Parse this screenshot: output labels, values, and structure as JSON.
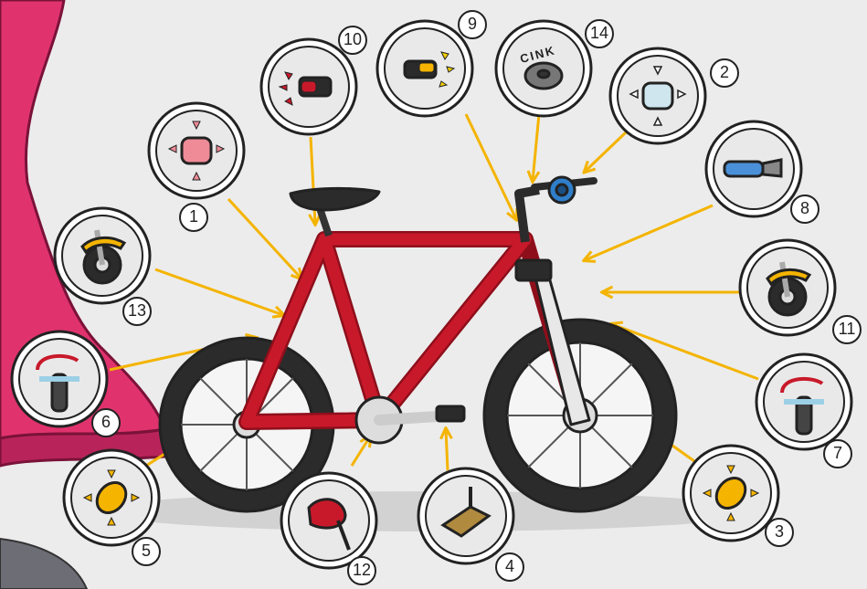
{
  "bell_text": "CINK",
  "parts": [
    {
      "id": "1",
      "number": "1",
      "icon": "rear-reflector-icon"
    },
    {
      "id": "2",
      "number": "2",
      "icon": "front-reflector-icon"
    },
    {
      "id": "3",
      "number": "3",
      "icon": "wheel-reflector-icon"
    },
    {
      "id": "4",
      "number": "4",
      "icon": "pedal-reflector-icon"
    },
    {
      "id": "5",
      "number": "5",
      "icon": "wheel-reflector-icon"
    },
    {
      "id": "6",
      "number": "6",
      "icon": "rear-brake-icon"
    },
    {
      "id": "7",
      "number": "7",
      "icon": "front-brake-icon"
    },
    {
      "id": "8",
      "number": "8",
      "icon": "handlebar-grip-icon"
    },
    {
      "id": "9",
      "number": "9",
      "icon": "front-light-icon"
    },
    {
      "id": "10",
      "number": "10",
      "icon": "rear-light-icon"
    },
    {
      "id": "11",
      "number": "11",
      "icon": "front-mudguard-icon"
    },
    {
      "id": "12",
      "number": "12",
      "icon": "kickstand-icon"
    },
    {
      "id": "13",
      "number": "13",
      "icon": "rear-mudguard-icon"
    },
    {
      "id": "14",
      "number": "14",
      "icon": "bell-icon"
    }
  ],
  "colors": {
    "frame": "#c8192a",
    "frame_dark": "#8e0f1b",
    "tire": "#2b2b2b",
    "arrow": "#f4b400",
    "slide": "#e0336e",
    "bell_blue": "#2f7ec9",
    "background": "#ececec"
  }
}
